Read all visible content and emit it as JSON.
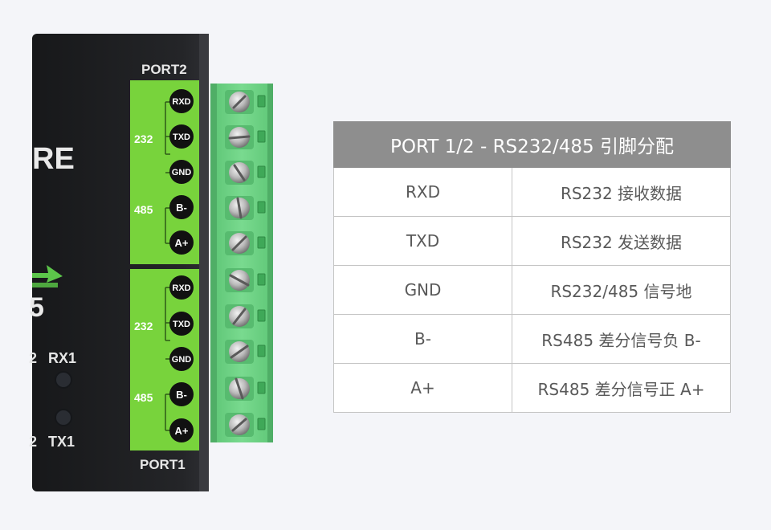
{
  "device": {
    "port_top_label": "PORT2",
    "port_bottom_label": "PORT1",
    "brand_fragment": "RE",
    "model_fragment": "5",
    "led_labels": [
      "2",
      "RX1",
      "2",
      "TX1"
    ],
    "port2": {
      "group232_label": "232",
      "group485_label": "485",
      "pins": [
        "RXD",
        "TXD",
        "GND",
        "B-",
        "A+"
      ]
    },
    "port1": {
      "group232_label": "232",
      "group485_label": "485",
      "pins": [
        "RXD",
        "TXD",
        "GND",
        "B-",
        "A+"
      ]
    }
  },
  "table": {
    "title": "PORT 1/2 - RS232/485 引脚分配",
    "rows": [
      {
        "pin": "RXD",
        "desc": "RS232 接收数据"
      },
      {
        "pin": "TXD",
        "desc": "RS232 发送数据"
      },
      {
        "pin": "GND",
        "desc": "RS232/485 信号地"
      },
      {
        "pin": "B-",
        "desc": "RS485 差分信号负 B-"
      },
      {
        "pin": "A+",
        "desc": "RS485 差分信号正 A+"
      }
    ]
  },
  "colors": {
    "background": "#f4f5f9",
    "table_header": "#8e8e8e",
    "pcb_green": "#78d33c",
    "terminal_green": "#6fd286",
    "device_body": "#1e1f21"
  }
}
